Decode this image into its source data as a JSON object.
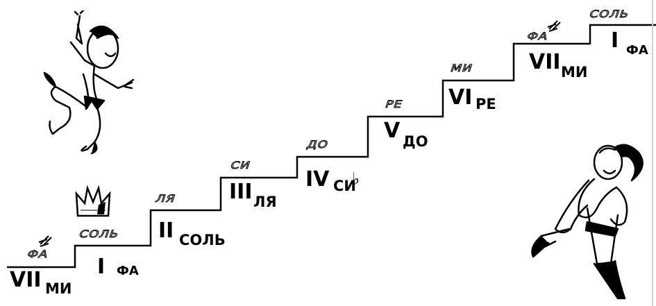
{
  "steps": [
    {
      "roman": "VII",
      "note": "МИ",
      "above": "ФА"
    },
    {
      "roman": "I",
      "note": "ФА",
      "above": "СОЛЬ"
    },
    {
      "roman": "II",
      "note": "СОЛЬ",
      "above": "ЛЯ"
    },
    {
      "roman": "III",
      "note": "ЛЯ",
      "above": "СИ"
    },
    {
      "roman": "IV",
      "note": "СИ",
      "accidental": "♭",
      "above": "ДО"
    },
    {
      "roman": "V",
      "note": "ДО",
      "above": "РЕ"
    },
    {
      "roman": "VI",
      "note": "РЕ",
      "above": "МИ"
    },
    {
      "roman": "VII",
      "note": "МИ",
      "above": "ФА"
    },
    {
      "roman": "I",
      "note": "ФА",
      "above": "СОЛЬ"
    }
  ],
  "sharp_symbol": "♯",
  "illustrations": [
    "dancing-jester",
    "crown-icon",
    "climbing-jester"
  ],
  "colors": {
    "ink": "#000000",
    "paper": "#ffffff"
  }
}
